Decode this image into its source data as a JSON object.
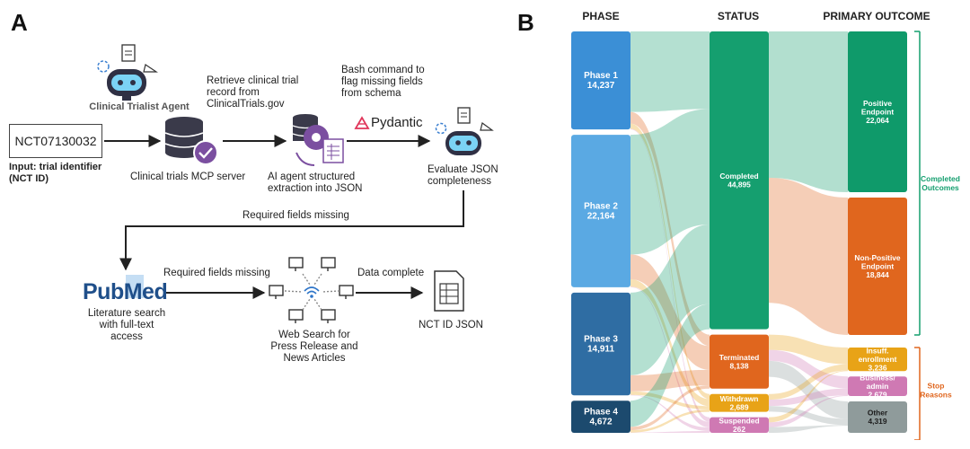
{
  "panel_a": {
    "letter": "A",
    "agent_label": "Clinical Trialist Agent",
    "nct_id": "NCT07130032",
    "input_label_line1": "Input: trial identifier",
    "input_label_line2": "(NCT ID)",
    "retrieve_line1": "Retrieve clinical trial",
    "retrieve_line2": "record from",
    "retrieve_line3": "ClinicalTrials.gov",
    "bash_line1": "Bash command to",
    "bash_line2": "flag missing fields",
    "bash_line3": "from schema",
    "pydantic_label": "Pydantic",
    "mcp_server_label": "Clinical trials MCP server",
    "ai_agent_line1": "AI agent structured",
    "ai_agent_line2": "extraction into JSON",
    "evaluate_line1": "Evaluate JSON",
    "evaluate_line2": "completeness",
    "required_missing_1": "Required fields missing",
    "required_missing_2": "Required fields missing",
    "data_complete": "Data complete",
    "pubmed_logo_text": "PubMed",
    "literature_line1": "Literature search",
    "literature_line2": "with full-text",
    "literature_line3": "access",
    "web_line1": "Web Search for",
    "web_line2": "Press Release and",
    "web_line3": "News Articles",
    "nct_json_label": "NCT ID JSON"
  },
  "panel_b": {
    "letter": "B",
    "col_phase": "PHASE",
    "col_status": "STATUS",
    "col_outcome": "PRIMARY OUTCOME",
    "group_completed_line1": "Completed",
    "group_completed_line2": "Outcomes",
    "group_stop_line1": "Stop",
    "group_stop_line2": "Reasons"
  },
  "chart_data": {
    "type": "sankey",
    "columns": [
      "PHASE",
      "STATUS",
      "PRIMARY OUTCOME"
    ],
    "nodes": [
      {
        "id": "p1",
        "column": 0,
        "label": "Phase 1",
        "value_text": "14,237",
        "value": 14237,
        "color": "#3b8fd6"
      },
      {
        "id": "p2",
        "column": 0,
        "label": "Phase 2",
        "value_text": "22,164",
        "value": 22164,
        "color": "#5aa9e3"
      },
      {
        "id": "p3",
        "column": 0,
        "label": "Phase 3",
        "value_text": "14,911",
        "value": 14911,
        "color": "#2f6da3"
      },
      {
        "id": "p4",
        "column": 0,
        "label": "Phase 4",
        "value_text": "4,672",
        "value": 4672,
        "color": "#1c4a6e"
      },
      {
        "id": "s_comp",
        "column": 1,
        "label": "Completed",
        "value_text": "44,895",
        "value": 44895,
        "color": "#159f6f"
      },
      {
        "id": "s_term",
        "column": 1,
        "label": "Terminated",
        "value_text": "8,138",
        "value": 8138,
        "color": "#e0661e"
      },
      {
        "id": "s_with",
        "column": 1,
        "label": "Withdrawn",
        "value_text": "2,689",
        "value": 2689,
        "color": "#e8a317"
      },
      {
        "id": "s_susp",
        "column": 1,
        "label": "Suspended",
        "value_text": "262",
        "value": 262,
        "color": "#cf79b3"
      },
      {
        "id": "o_pos",
        "column": 2,
        "label": "Positive Endpoint",
        "value_text": "22,064",
        "value": 22064,
        "color": "#0f9a6a"
      },
      {
        "id": "o_neg",
        "column": 2,
        "label": "Non-Positive Endpoint",
        "value_text": "18,844",
        "value": 18844,
        "color": "#e0661e"
      },
      {
        "id": "o_ins",
        "column": 2,
        "label": "Insuff. enrollment",
        "value_text": "3,236",
        "value": 3236,
        "color": "#e8a317"
      },
      {
        "id": "o_bus",
        "column": 2,
        "label": "Business/ admin",
        "value_text": "2,679",
        "value": 2679,
        "color": "#cf79b3"
      },
      {
        "id": "o_oth",
        "column": 2,
        "label": "Other",
        "value_text": "4,319",
        "value": 4319,
        "color": "#8f9b9b"
      }
    ],
    "links": [
      {
        "source": "p1",
        "target": "s_comp",
        "value": 11700
      },
      {
        "source": "p1",
        "target": "s_term",
        "value": 1700
      },
      {
        "source": "p1",
        "target": "s_with",
        "value": 760
      },
      {
        "source": "p1",
        "target": "s_susp",
        "value": 77
      },
      {
        "source": "p2",
        "target": "s_comp",
        "value": 17400
      },
      {
        "source": "p2",
        "target": "s_term",
        "value": 3600
      },
      {
        "source": "p2",
        "target": "s_with",
        "value": 1070
      },
      {
        "source": "p2",
        "target": "s_susp",
        "value": 94
      },
      {
        "source": "p3",
        "target": "s_comp",
        "value": 12000
      },
      {
        "source": "p3",
        "target": "s_term",
        "value": 2350
      },
      {
        "source": "p3",
        "target": "s_with",
        "value": 500
      },
      {
        "source": "p3",
        "target": "s_susp",
        "value": 61
      },
      {
        "source": "p4",
        "target": "s_comp",
        "value": 3795
      },
      {
        "source": "p4",
        "target": "s_term",
        "value": 488
      },
      {
        "source": "p4",
        "target": "s_with",
        "value": 359
      },
      {
        "source": "p4",
        "target": "s_susp",
        "value": 30
      },
      {
        "source": "s_comp",
        "target": "o_pos",
        "value": 22064
      },
      {
        "source": "s_comp",
        "target": "o_neg",
        "value": 18844
      },
      {
        "source": "s_term",
        "target": "o_ins",
        "value": 2300
      },
      {
        "source": "s_term",
        "target": "o_bus",
        "value": 1650
      },
      {
        "source": "s_term",
        "target": "o_oth",
        "value": 2400
      },
      {
        "source": "s_with",
        "target": "o_ins",
        "value": 850
      },
      {
        "source": "s_with",
        "target": "o_bus",
        "value": 950
      },
      {
        "source": "s_with",
        "target": "o_oth",
        "value": 850
      },
      {
        "source": "s_susp",
        "target": "o_ins",
        "value": 86
      },
      {
        "source": "s_susp",
        "target": "o_bus",
        "value": 79
      },
      {
        "source": "s_susp",
        "target": "o_oth",
        "value": 97
      }
    ]
  },
  "colors": {
    "arrow": "#222222",
    "icon_dark": "#3a3a4a",
    "icon_purple": "#7b4fa0",
    "icon_blue": "#2d74c8",
    "completed_bracket": "#159f6f",
    "stop_bracket": "#e0661e"
  }
}
